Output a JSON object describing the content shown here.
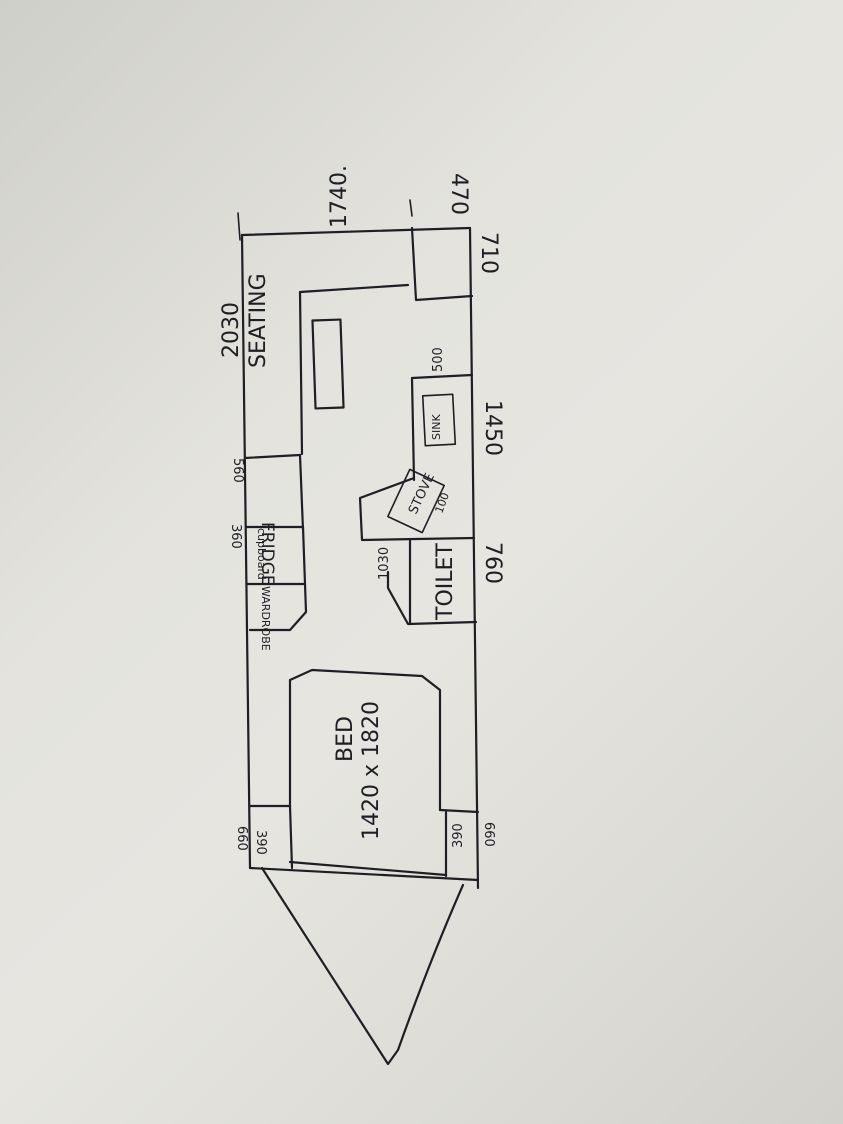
{
  "drawing": {
    "rooms": {
      "bed": "BED",
      "bed_size": "1420 x 1820",
      "seating": "SEATING",
      "toilet": "TOILET",
      "stove": "STOVE",
      "sink": "SINK",
      "fridge": "FRIDGE",
      "cupboard": "cupboard",
      "wardrobe": "WARDROBE"
    },
    "dimensions": {
      "d2030": "2030",
      "d1740": "1740.",
      "d470": "470",
      "d710": "710",
      "d500": "500",
      "d1450": "1450",
      "d760": "760",
      "d560": "560",
      "d360": "360",
      "d1030": "1030",
      "d100": "100",
      "d660_top": "660",
      "d390_top": "390",
      "d660_bottom": "660",
      "d390_bottom": "390"
    }
  }
}
